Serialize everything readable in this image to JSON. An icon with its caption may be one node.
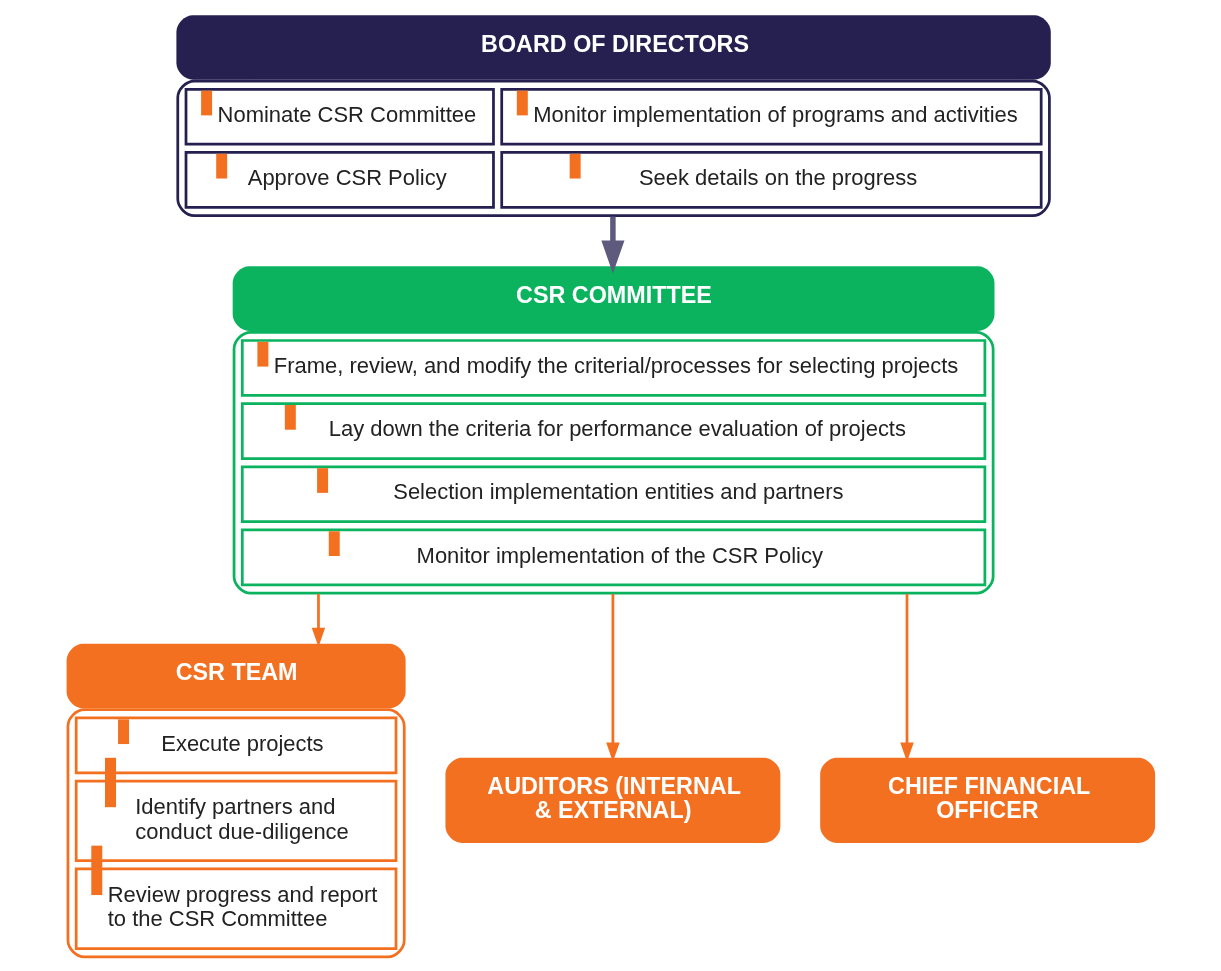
{
  "diagram": {
    "nodes": [
      {
        "text": [
          "BOARD OF DIRECTORS",
          "Nominate CSR Committee",
          "Monitor implementation of programs and activities",
          "Approve CSR Policy",
          "Seek details on the progress"
        ]
      },
      {
        "text": [
          "CSR COMMITTEE",
          "Frame, review, and modify the criterial/processes for selecting projects",
          "Lay down the criteria for performance evaluation of projects",
          "Selection implementation entities and partners",
          "Monitor implementation of the CSR Policy"
        ]
      },
      {
        "text": [
          "CSR TEAM",
          "Execute projects",
          "Identify partners and conduct due-diligence",
          "Review progress and report to the CSR Committee"
        ]
      },
      {
        "text": [
          "AUDITORS (INTERNAL & EXTERNAL)"
        ]
      },
      {
        "text": [
          "CHIEF FINANCIAL OFFICER"
        ]
      }
    ],
    "edges": [
      {
        "from": 0,
        "to": 1,
        "arrow": "to",
        "style": "thick",
        "color": "#5e5a7e"
      },
      {
        "from": 1,
        "to": 2,
        "arrow": "to"
      },
      {
        "from": 1,
        "to": 3,
        "arrow": "to"
      },
      {
        "from": 1,
        "to": 4,
        "arrow": "to"
      }
    ]
  }
}
